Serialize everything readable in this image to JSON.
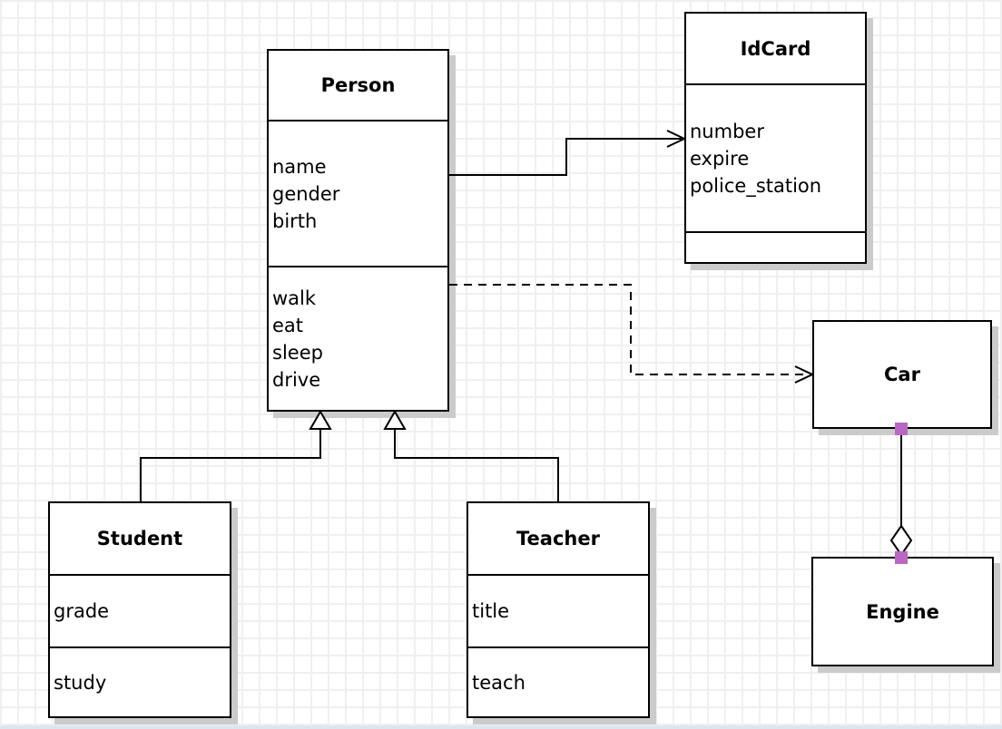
{
  "diagram": {
    "kind": "uml-class-diagram",
    "classes": {
      "person": {
        "title": "Person",
        "attributes": [
          "name",
          "gender",
          "birth"
        ],
        "methods": [
          "walk",
          "eat",
          "sleep",
          "drive"
        ]
      },
      "idcard": {
        "title": "IdCard",
        "attributes": [
          "number",
          "expire",
          "police_station"
        ],
        "methods": []
      },
      "student": {
        "title": "Student",
        "attributes": [
          "grade"
        ],
        "methods": [
          "study"
        ]
      },
      "teacher": {
        "title": "Teacher",
        "attributes": [
          "title"
        ],
        "methods": [
          "teach"
        ]
      },
      "car": {
        "title": "Car",
        "attributes": [],
        "methods": []
      },
      "engine": {
        "title": "Engine",
        "attributes": [],
        "methods": []
      }
    },
    "relationships": [
      {
        "id": "person-idcard",
        "type": "association",
        "from": "Person",
        "to": "IdCard",
        "line": "solid",
        "arrow": "open"
      },
      {
        "id": "person-car",
        "type": "dependency",
        "from": "Person",
        "to": "Car",
        "line": "dashed",
        "arrow": "open"
      },
      {
        "id": "student-person",
        "type": "generalization",
        "from": "Student",
        "to": "Person",
        "line": "solid",
        "arrow": "hollow-triangle"
      },
      {
        "id": "teacher-person",
        "type": "generalization",
        "from": "Teacher",
        "to": "Person",
        "line": "solid",
        "arrow": "hollow-triangle"
      },
      {
        "id": "car-engine",
        "type": "aggregation",
        "from": "Car",
        "to": "Engine",
        "line": "solid",
        "arrow": "hollow-diamond",
        "selected": true
      }
    ],
    "colors": {
      "stroke": "#000000",
      "fill": "#ffffff",
      "shadow": "#cbcbcb",
      "grid_line": "#f0f0f0",
      "endpoint_handle": "#b868c0",
      "bottom_edge": "#dde6ee"
    }
  }
}
